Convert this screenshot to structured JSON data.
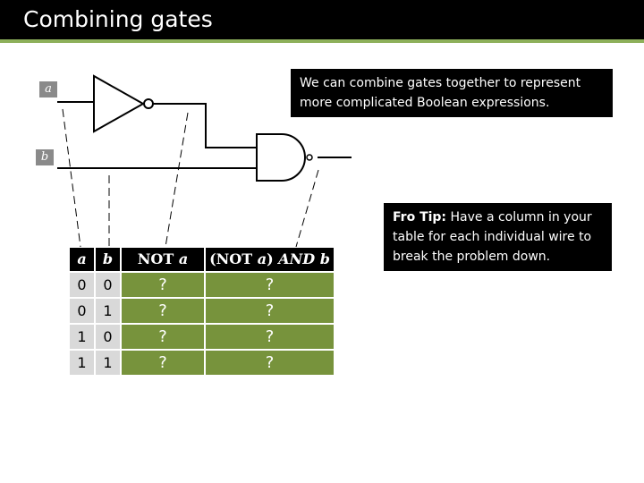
{
  "title": "Combining gates",
  "callouts": {
    "combine_note": "We can combine gates together to represent more complicated Boolean expressions.",
    "tip_label": "Fro Tip:",
    "tip_text": " Have a column in your table for each individual wire to break the problem down."
  },
  "inputs": {
    "a": "a",
    "b": "b"
  },
  "table": {
    "headers": {
      "a": "a",
      "b": "b",
      "not_a": {
        "op": "NOT",
        "var": "a"
      },
      "expr": {
        "open": "(NOT",
        "var_a": "a",
        "close": ")",
        "and": "AND",
        "var_b": "b"
      }
    },
    "rows": [
      {
        "a": "0",
        "b": "0",
        "not_a": "?",
        "expr": "?"
      },
      {
        "a": "0",
        "b": "1",
        "not_a": "?",
        "expr": "?"
      },
      {
        "a": "1",
        "b": "0",
        "not_a": "?",
        "expr": "?"
      },
      {
        "a": "1",
        "b": "1",
        "not_a": "?",
        "expr": "?"
      }
    ]
  },
  "colors": {
    "accent_green": "#77933c",
    "title_rule": "#8db05a",
    "cell_grey": "#d9d9d9"
  }
}
